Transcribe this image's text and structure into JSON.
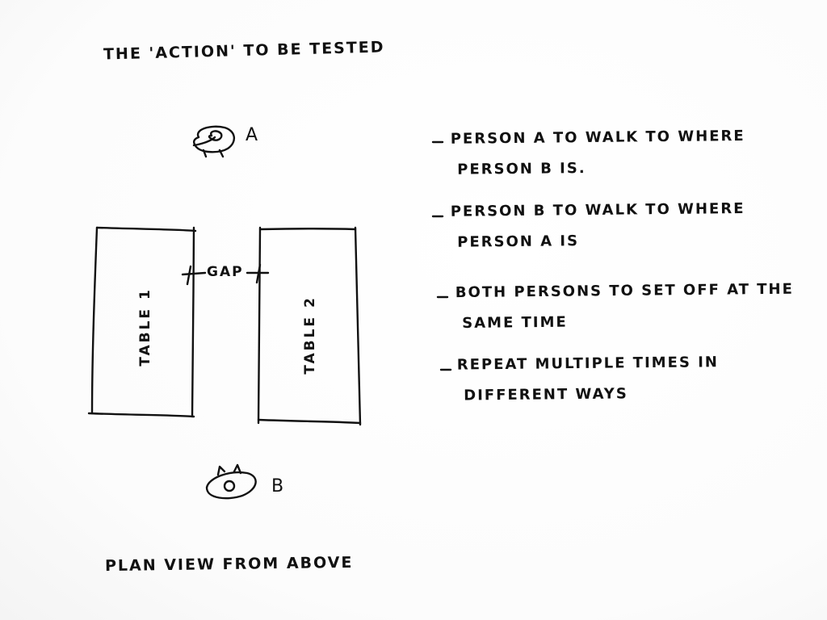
{
  "title": "THE 'ACTION' TO BE TESTED",
  "footer": "PLAN VIEW FROM ABOVE",
  "diagram": {
    "person_a_label": "A",
    "person_b_label": "B",
    "gap_label": "GAP",
    "table1_label": "TABLE 1",
    "table2_label": "TABLE 2"
  },
  "notes": [
    {
      "line1": "PERSON A TO WALK TO WHERE",
      "line2": "PERSON B IS."
    },
    {
      "line1": "PERSON B TO WALK TO WHERE",
      "line2": "PERSON A IS"
    },
    {
      "line1": "BOTH PERSONS TO SET OFF AT THE",
      "line2": "SAME TIME"
    },
    {
      "line1": "REPEAT MULTIPLE TIMES IN",
      "line2": "DIFFERENT WAYS"
    }
  ],
  "icons": {
    "person_a": "person-top-view-icon",
    "person_b": "person-top-view-icon"
  },
  "colors": {
    "ink": "#111111",
    "paper": "#ffffff"
  }
}
